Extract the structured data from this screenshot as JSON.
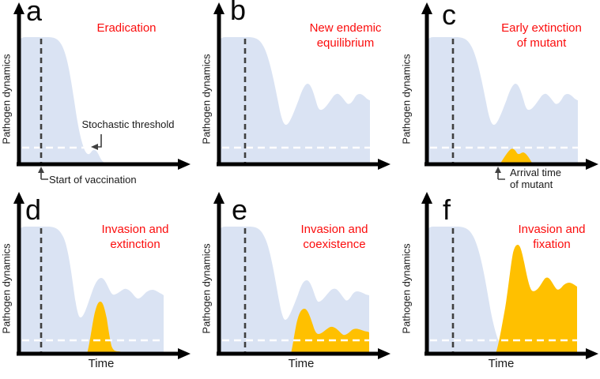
{
  "figure": {
    "y_axis_label": "Pathogen dynamics",
    "x_axis_label": "Time",
    "colors": {
      "background": "#ffffff",
      "wildtype_fill": "#dae3f3",
      "mutant_fill": "#ffc000",
      "title_red": "#fb0d0d",
      "axis": "#000000",
      "dashed_line": "#3f3f3f",
      "threshold_line": "#ffffff"
    },
    "panels": [
      {
        "letter": "a",
        "title1": "Eradication",
        "title2": "",
        "threshold_annotation": "Stochastic threshold",
        "vaccination_annotation": "Start of vaccination"
      },
      {
        "letter": "b",
        "title1": "New endemic",
        "title2": "equilibrium"
      },
      {
        "letter": "c",
        "title1": "Early extinction",
        "title2": "of mutant",
        "arrival_annotation1": "Arrival time",
        "arrival_annotation2": "of mutant"
      },
      {
        "letter": "d",
        "title1": "Invasion and",
        "title2": "extinction"
      },
      {
        "letter": "e",
        "title1": "Invasion and",
        "title2": "coexistence"
      },
      {
        "letter": "f",
        "title1": "Invasion and",
        "title2": "fixation"
      }
    ]
  }
}
